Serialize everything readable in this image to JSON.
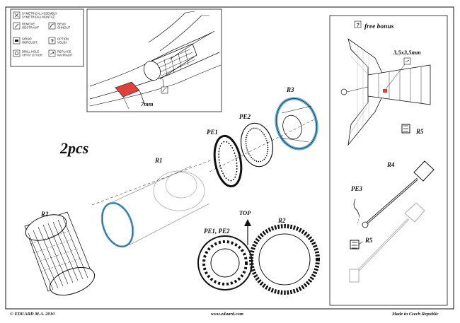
{
  "legend": {
    "items": [
      {
        "icon": "symmetrical-assembly-icon",
        "text": "SYMETRICAL ASSEMBLY",
        "text2": "SYMETRICKÁ MONTÁŽ"
      },
      {
        "icon": "remove-icon",
        "text": "REMOVE",
        "text2": "ODSTRANIT"
      },
      {
        "icon": "bend-icon",
        "text": "BEND",
        "text2": "OHNOUT"
      },
      {
        "icon": "grind-icon",
        "text": "GRIND",
        "text2": "OBROUSIT"
      },
      {
        "icon": "option-icon",
        "text": "OPTION",
        "text2": "VOLBA"
      },
      {
        "icon": "drill-hole-icon",
        "text": "DRILL HOLE",
        "text2": "VRTAT OTVOR"
      },
      {
        "icon": "replace-icon",
        "text": "REPLACE",
        "text2": "NAHRADIT"
      }
    ]
  },
  "detail": {
    "measure": "7mm"
  },
  "bonus": {
    "title": "free bonus",
    "size": "3,5x3,5mm",
    "r5": "R5",
    "r4": "R4",
    "pe3": "PE3",
    "r5b": "R5"
  },
  "main": {
    "quantity": "2pcs",
    "r1": "R1",
    "r2": "R2",
    "r3": "R3",
    "pe1": "PE1",
    "pe2": "PE2",
    "top": "TOP",
    "pe1pe2": "PE1, PE2",
    "r2b": "R2"
  },
  "footer": {
    "copyright": "© EDUARD  M.A. 2010",
    "website": "www.eduard.com",
    "origin": "Made in Czech Republic"
  },
  "colors": {
    "accent_blue": "#5aa9d6",
    "mark_red": "#e0403a",
    "ink": "#111111"
  }
}
